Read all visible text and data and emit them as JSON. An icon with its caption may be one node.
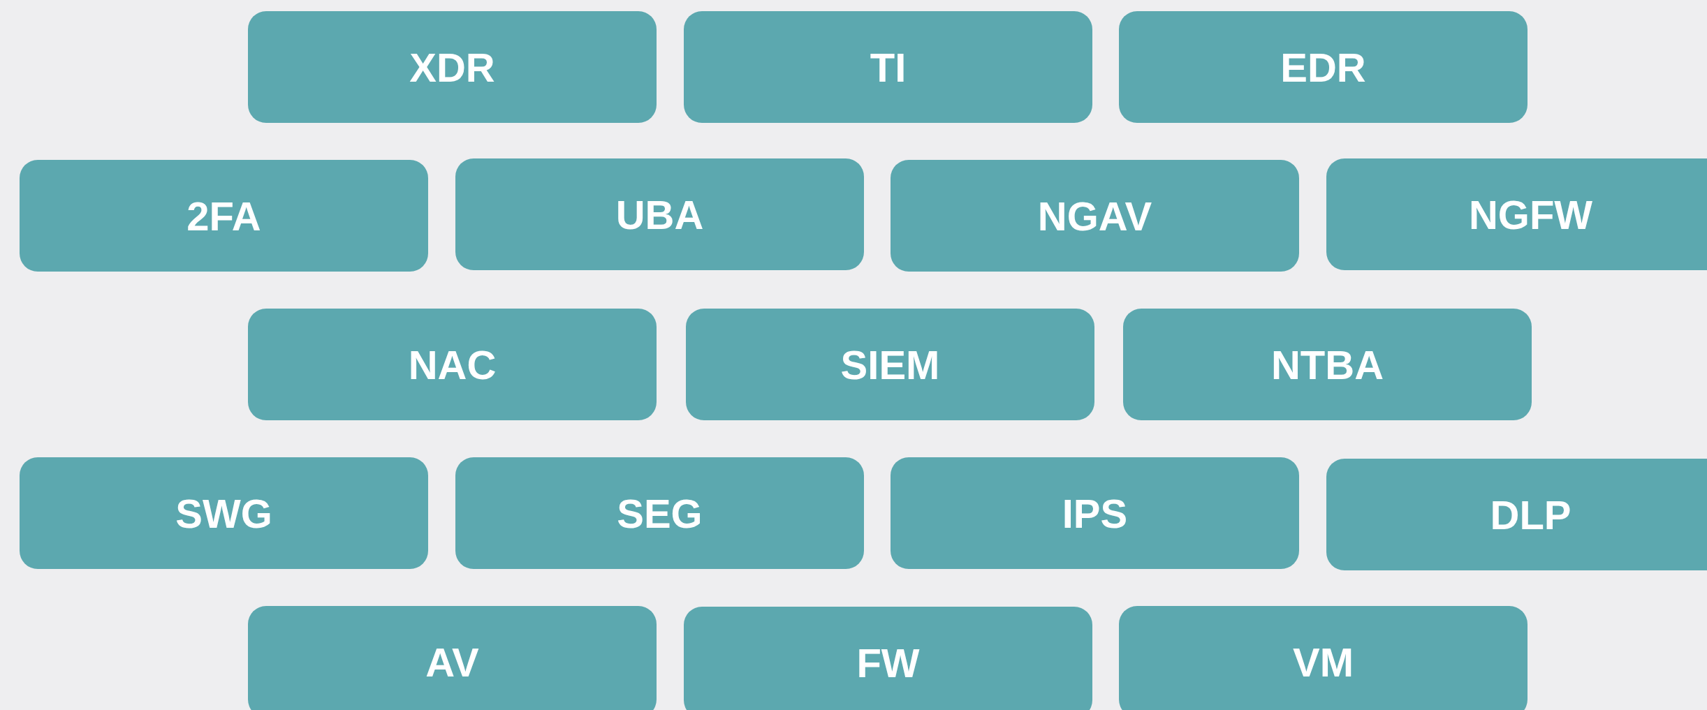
{
  "diagram": {
    "nodes": [
      {
        "text": [
          "XDR"
        ]
      },
      {
        "text": [
          "TI"
        ]
      },
      {
        "text": [
          "EDR"
        ]
      },
      {
        "text": [
          "2FA"
        ]
      },
      {
        "text": [
          "UBA"
        ]
      },
      {
        "text": [
          "NGAV"
        ]
      },
      {
        "text": [
          "NGFW"
        ]
      },
      {
        "text": [
          "NAC"
        ]
      },
      {
        "text": [
          "SIEM"
        ]
      },
      {
        "text": [
          "NTBA"
        ]
      },
      {
        "text": [
          "SWG"
        ]
      },
      {
        "text": [
          "SEG"
        ]
      },
      {
        "text": [
          "IPS"
        ]
      },
      {
        "text": [
          "DLP"
        ]
      },
      {
        "text": [
          "AV"
        ]
      },
      {
        "text": [
          "FW"
        ]
      },
      {
        "text": [
          "VM"
        ]
      }
    ],
    "edges": []
  }
}
